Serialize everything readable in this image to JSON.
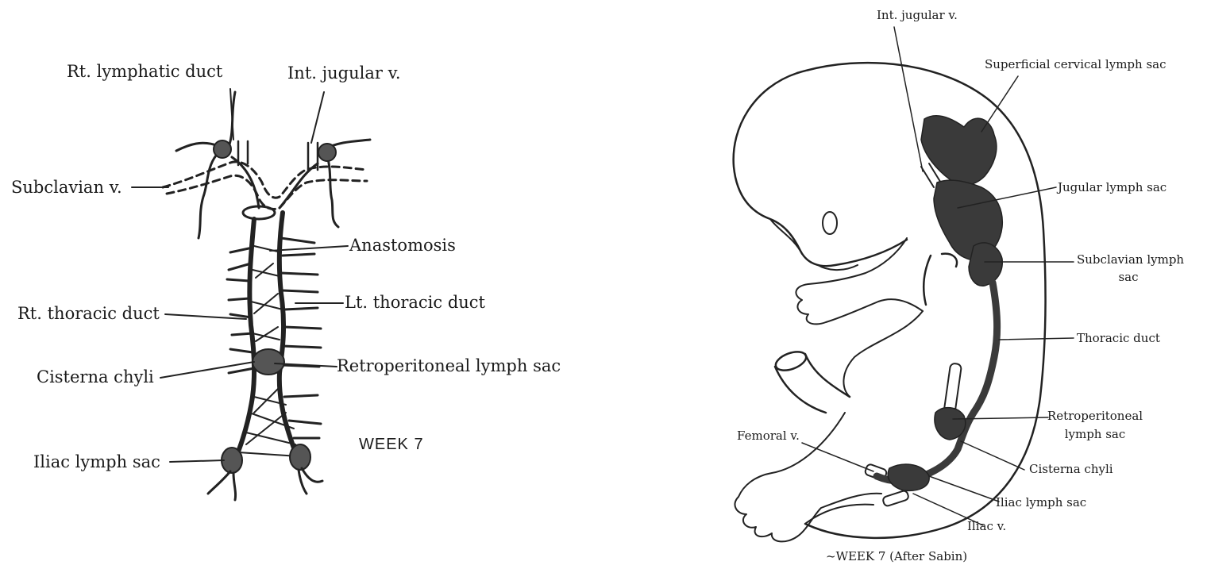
{
  "left_panel": {
    "labels": {
      "rt_lymphatic_duct": "Rt. lymphatic duct",
      "int_jugular": "Int. jugular v.",
      "subclavian": "Subclavian v.",
      "anastomosis": "Anastomosis",
      "lt_thoracic_duct": "Lt. thoracic duct",
      "rt_thoracic_duct": "Rt. thoracic duct",
      "cisterna_chyli": "Cisterna chyli",
      "retroperitoneal": "Retroperitoneal lymph sac",
      "iliac_lymph_sac": "Iliac lymph sac"
    },
    "caption": "WEEK 7"
  },
  "right_panel": {
    "labels": {
      "int_jugular": "Int. jugular v.",
      "superficial_cervical": "Superficial cervical lymph sac",
      "jugular_lymph_sac": "Jugular lymph sac",
      "subclavian_lymph_sac_1": "Subclavian lymph",
      "subclavian_lymph_sac_2": "sac",
      "thoracic_duct": "Thoracic duct",
      "retroperitoneal_1": "Retroperitoneal",
      "retroperitoneal_2": "lymph sac",
      "femoral": "Femoral v.",
      "cisterna_chyli": "Cisterna chyli",
      "iliac_lymph_sac": "Iliac lymph sac",
      "iliac_v": "Iliac v."
    },
    "caption": "~WEEK 7 (After Sabin)"
  }
}
